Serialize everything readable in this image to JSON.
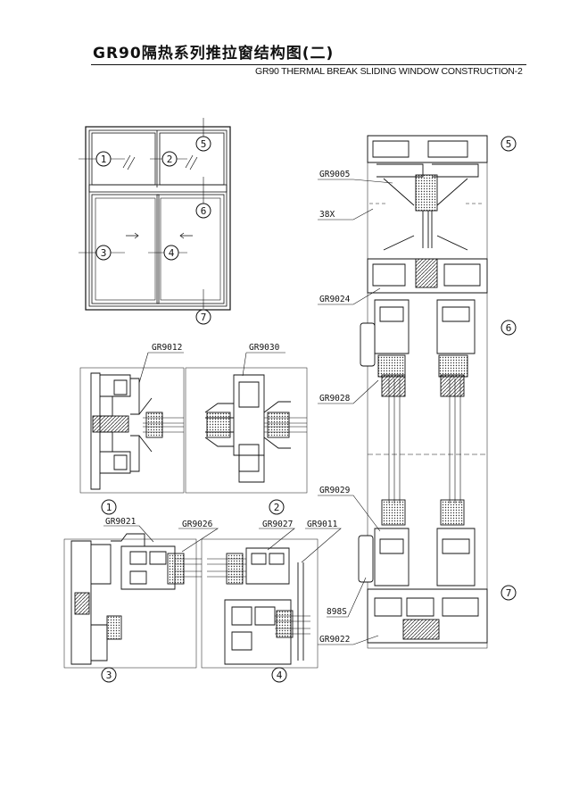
{
  "title": {
    "chinese": "GR90隔热系列推拉窗结构图(二)",
    "english": "GR90 THERMAL BREAK SLIDING WINDOW CONSTRUCTION-2"
  },
  "elevation": {
    "callouts": [
      "1",
      "2",
      "3",
      "4",
      "5",
      "6",
      "7"
    ]
  },
  "detail_labels": {
    "top_left": "GR9012",
    "top_right": "GR9030",
    "bottom_left_profile": "GR9021",
    "bottom_mid_profile": "GR9026",
    "bottom_right_a": "GR9027",
    "bottom_right_b": "GR9011",
    "bottom_circle_1": "1",
    "bottom_circle_2": "2",
    "bottom_circle_3": "3",
    "bottom_circle_4": "4"
  },
  "section": {
    "labels": [
      "GR9005",
      "38X",
      "GR9024",
      "GR9028",
      "GR9029",
      "898S",
      "GR9022"
    ],
    "circles": [
      "5",
      "6",
      "7"
    ]
  }
}
